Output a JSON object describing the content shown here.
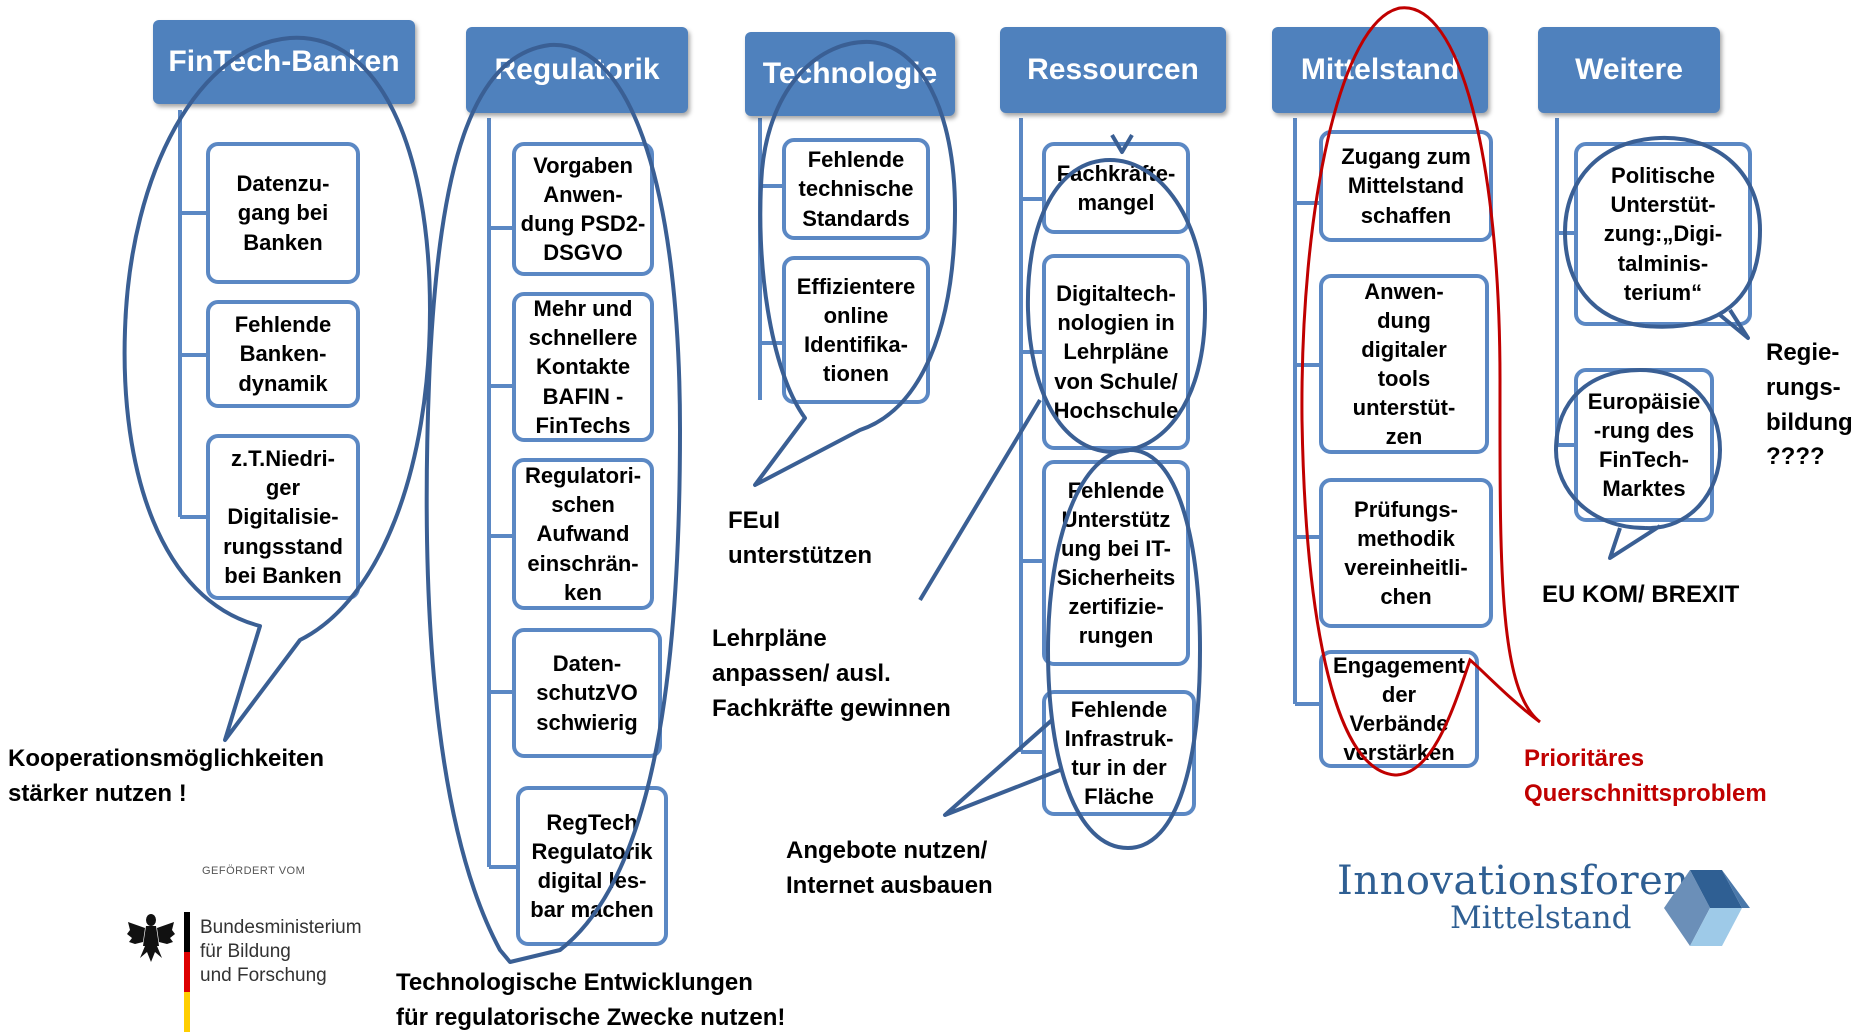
{
  "columns": [
    {
      "header": "FinTech-Banken",
      "items": [
        "Datenzu-\ngang bei\nBanken",
        "Fehlende\nBanken-\ndynamik",
        "z.T.Niedri-\nger\nDigitalisie-\nrungsstand\nbei Banken"
      ]
    },
    {
      "header": "Regulatorik",
      "items": [
        "Vorgaben\nAnwen-\ndung PSD2-\nDSGVO",
        "Mehr und\nschnellere\nKontakte\nBAFIN -\nFinTechs",
        "Regulatori-\nschen\nAufwand\neinschrän-\nken",
        "Daten-\nschutzVO\nschwierig",
        "RegTech\nRegulatorik\ndigital les-\nbar machen"
      ]
    },
    {
      "header": "Technologie",
      "items": [
        "Fehlende\ntechnische\nStandards",
        "Effizientere\nonline\nIdentifika-\ntionen"
      ]
    },
    {
      "header": "Ressourcen",
      "items": [
        "Fachkräfte-\nmangel",
        "Digitaltech-\nnologien in\nLehrpläne\nvon Schule/\nHochschule",
        "Fehlende\nUnterstütz\nung bei IT-\nSicherheits\nzertifizie-\nrungen",
        "Fehlende\nInfrastruk-\ntur in der\nFläche"
      ]
    },
    {
      "header": "Mittelstand",
      "items": [
        "Zugang zum\nMittelstand\nschaffen",
        "Anwen-\ndung\ndigitaler\ntools\nunterstüt-\nzen",
        "Prüfungs-\nmethodik\nvereinheitli-\nchen",
        "Engagement\nder\nVerbände\nverstärken"
      ]
    },
    {
      "header": "Weitere",
      "items": [
        "Politische\nUnterstüt-\nzung:„Digi-\ntalminis-\nterium“",
        "Europäisie\n-rung des\nFinTech-\nMarktes"
      ]
    }
  ],
  "annotations": {
    "kooperation": "Kooperationsmöglichkeiten\nstärker nutzen !",
    "feui": "FEuI\nunterstützen",
    "lehrplaene": "Lehrpläne\nanpassen/ ausl.\nFachkräfte gewinnen",
    "angebote": "Angebote nutzen/\nInternet  ausbauen",
    "technologische": "Technologische Entwicklungen\nfür regulatorische Zwecke nutzen!",
    "regierung": "Regie-\nrungs-\nbildung\n????",
    "eu_kom": "EU KOM/ BREXIT",
    "prioritaeres": "Prioritäres\nQuerschnittsproblem"
  },
  "funder": {
    "label": "GEFÖRDERT VOM",
    "ministry": "Bundesministerium\nfür Bildung\nund Forschung"
  },
  "logo": {
    "line1": "Innovationsforen",
    "line2": "Mittelstand"
  },
  "colors": {
    "header_fill": "#4f81bd",
    "box_border": "#5b88c4",
    "outline": "#3a5f94",
    "priority_red": "#c00000"
  }
}
